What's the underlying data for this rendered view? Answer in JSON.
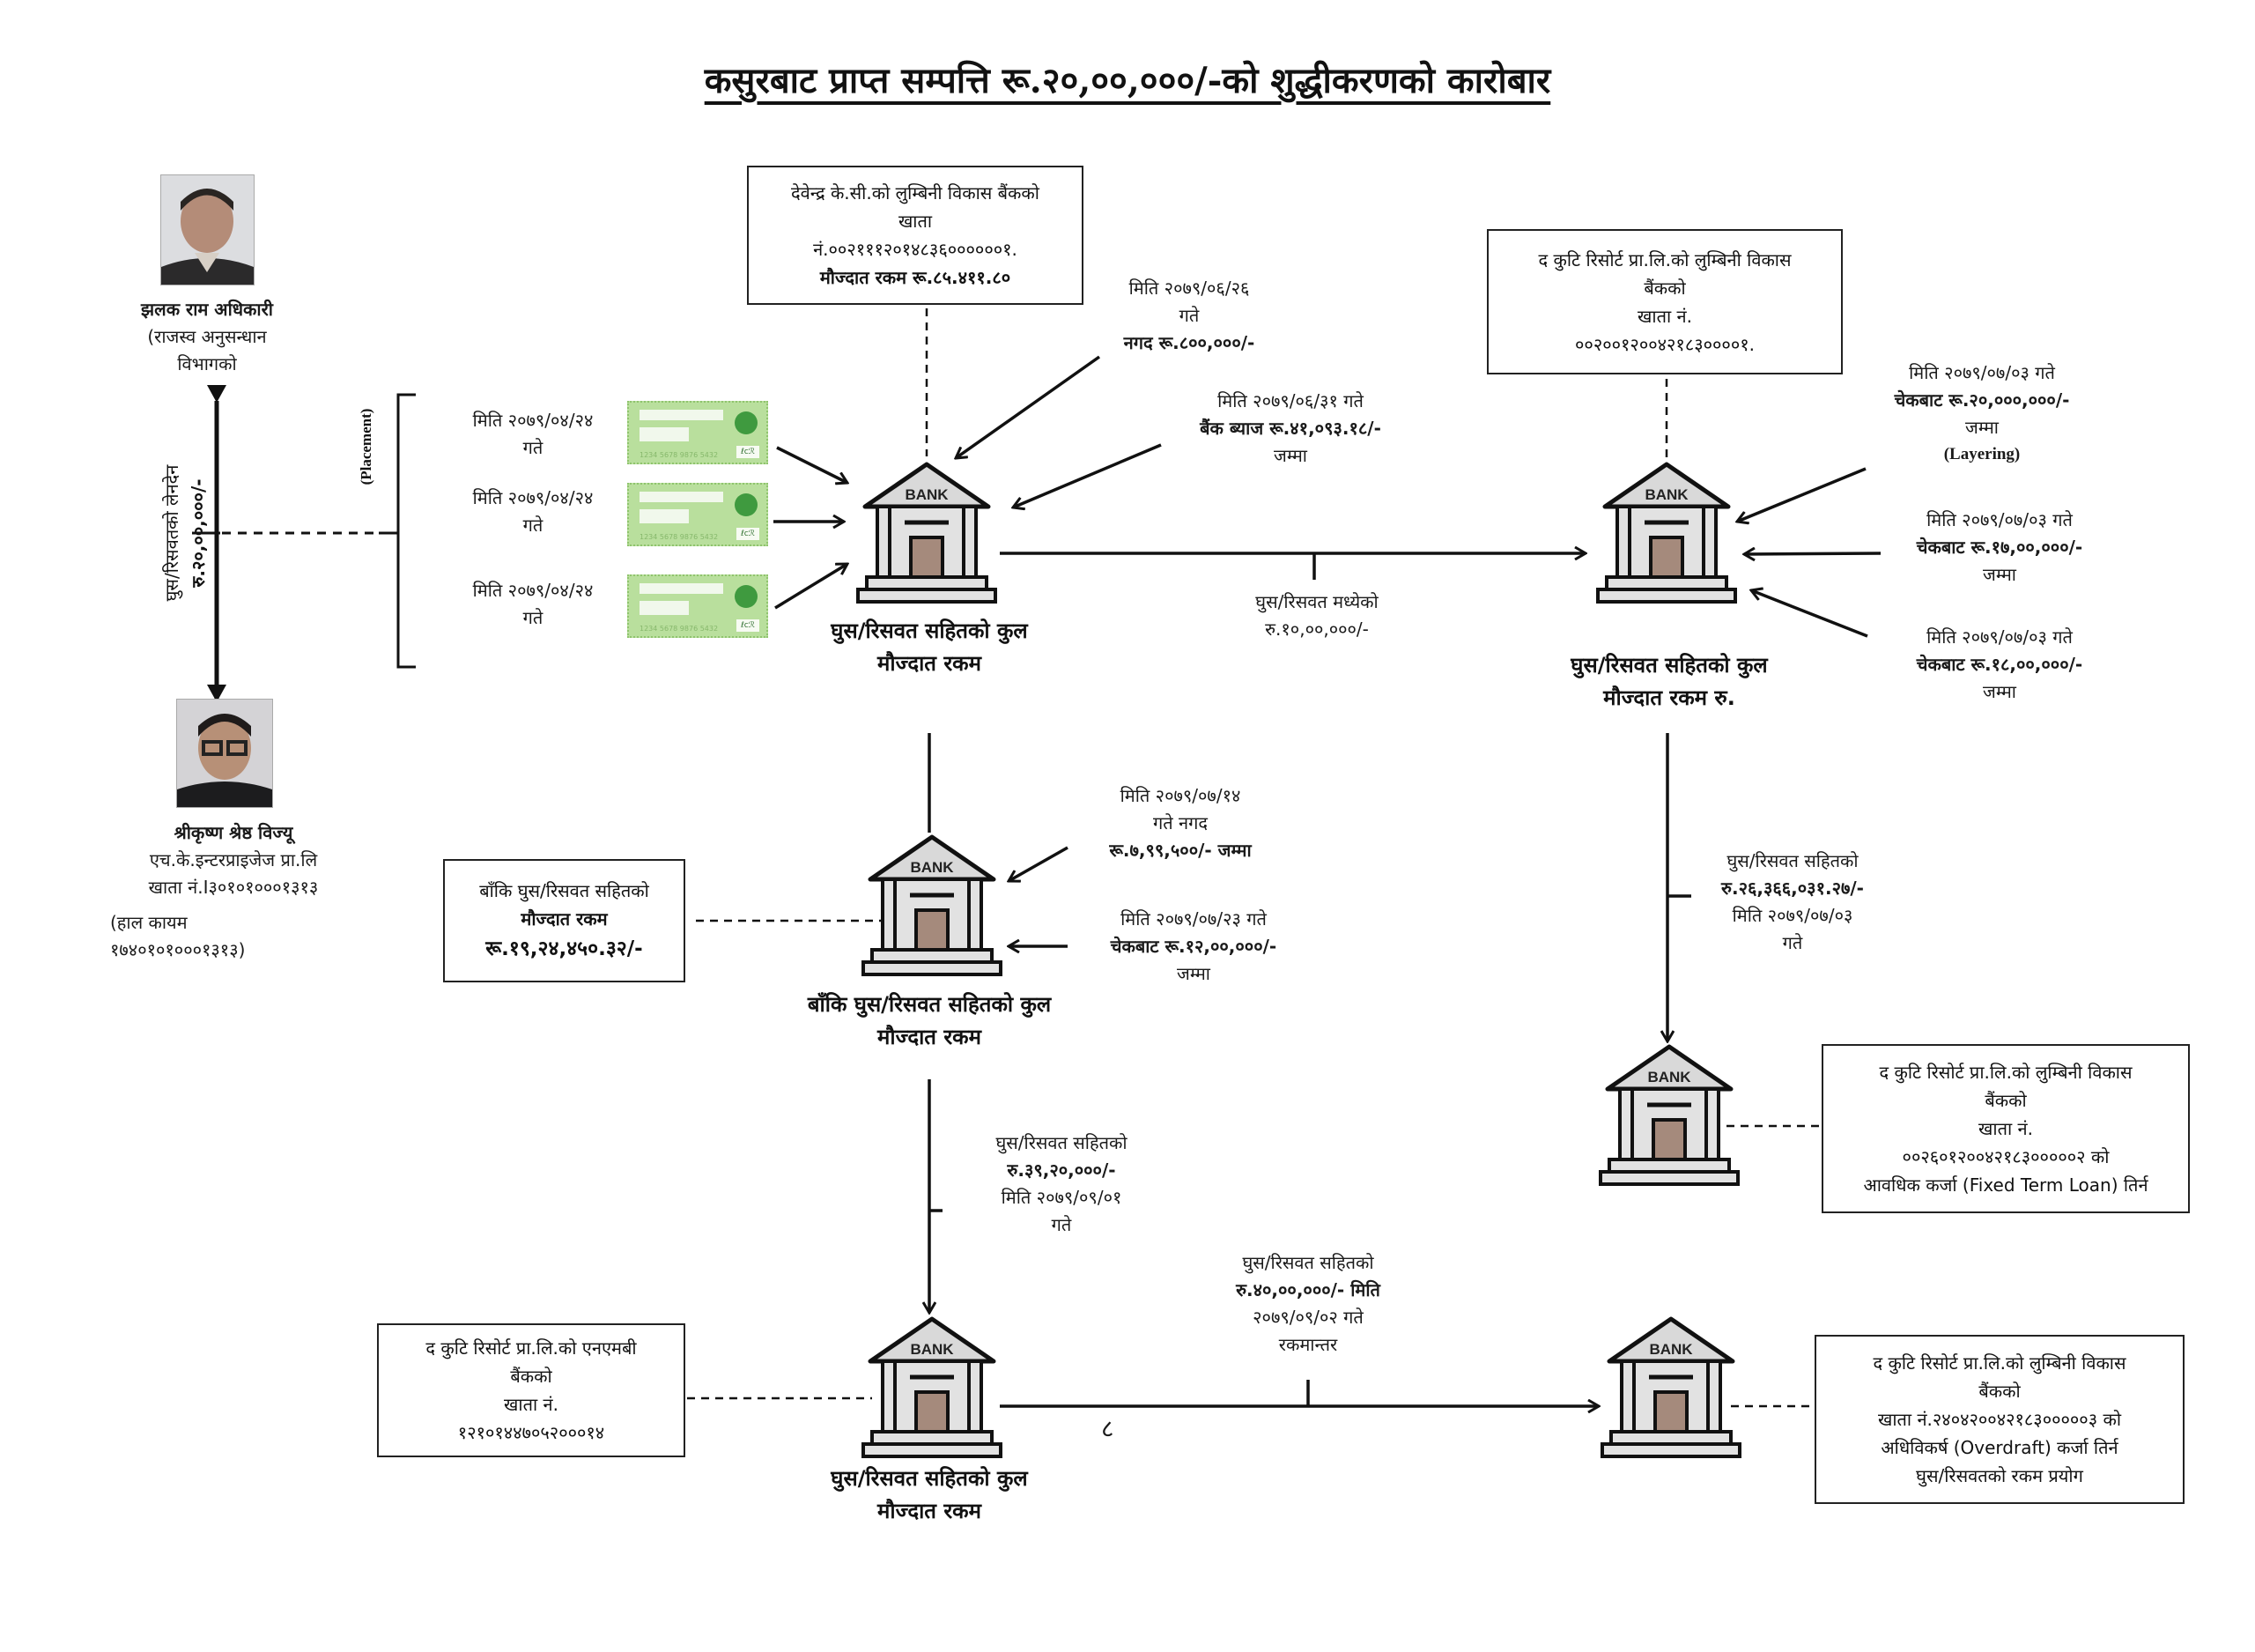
{
  "title": "कसुरबाट प्राप्त सम्पत्ति रू.२०,००,०००/-को शुद्धीकरणको कारोबार",
  "persons": [
    {
      "name": "झलक राम अधिकारी",
      "lines": [
        "(राजस्व अनुसन्धान",
        "विभागको"
      ]
    },
    {
      "name": "श्रीकृष्ण श्रेष्ठ विज्यू",
      "lines": [
        "एच.के.इन्टरप्राइजेज प्रा.लि",
        "खाता नं.I३०१०१०००१३१३",
        "(हाल कायम",
        "१७४०१०१०००१३१३)"
      ]
    }
  ],
  "bribe_transfer": {
    "line1": "घुस/रिसवतको लेनदेन",
    "line2": "रु.२०,००,०००/-"
  },
  "placement_label": "(Placement)",
  "cheques": [
    {
      "date": "मिति २०७९/०४/२४",
      "suffix": "गते",
      "number": "1234 5678 9876 5432",
      "signature": "ℓcℛ"
    },
    {
      "date": "मिति २०७९/०४/२४",
      "suffix": "गते",
      "number": "1234 5678 9876 5432",
      "signature": "ℓcℛ"
    },
    {
      "date": "मिति २०७९/०४/२४",
      "suffix": "गते",
      "number": "1234 5678 9876 5432",
      "signature": "ℓcℛ"
    }
  ],
  "bank_icon_label": "BANK",
  "banks": [
    {
      "caption": [
        "घुस/रिसवत सहितको कुल",
        "मौज्दात रकम"
      ]
    },
    {
      "caption": [
        "घुस/रिसवत सहितको कुल",
        "मौज्दात रकम रु."
      ]
    },
    {
      "caption": [
        "बाँकि घुस/रिसवत सहितको कुल",
        "मौज्दात रकम"
      ]
    },
    {
      "caption": []
    },
    {
      "caption": [
        "घुस/रिसवत सहितको कुल",
        "मौज्दात रकम"
      ]
    },
    {
      "caption": []
    }
  ],
  "boxes": {
    "devendra": {
      "lines": [
        "देवेन्द्र के.सी.को लुम्बिनी विकास बैंकको",
        "खाता",
        "नं.००२१११२०१४८३६००००००१."
      ],
      "bold": "मौज्दात रकम रू.८५.४११.८०"
    },
    "kuti_main": {
      "lines": [
        "द कुटि रिसोर्ट प्रा.लि.को लुम्बिनी विकास",
        "बैंकको",
        "खाता नं.",
        "००२००१२००४२१८३००००१."
      ]
    },
    "remaining": {
      "line1": "बाँकि घुस/रिसवत सहितको",
      "bold": "मौज्दात रकम",
      "amount": "रू.१९,२४,४५०.३२/-"
    },
    "fixed_loan": {
      "lines": [
        "द कुटि रिसोर्ट प्रा.लि.को लुम्बिनी विकास",
        "बैंकको",
        "खाता नं.",
        "००२६०१२००४२१८३०००००२ को",
        "आवधिक कर्जा (Fixed Term Loan) तिर्न"
      ]
    },
    "nmb": {
      "lines": [
        "द कुटि रिसोर्ट प्रा.लि.को एनएमबी",
        "बैंकको",
        "खाता नं.",
        "१२१०१४४७०५२०००१४"
      ]
    },
    "overdraft": {
      "lines": [
        "द कुटि रिसोर्ट प्रा.लि.को लुम्बिनी विकास",
        "बैंकको",
        "खाता नं.२४०४२००४२१८३०००००३ को",
        "अधिविकर्ष (Overdraft) कर्जा तिर्न",
        "घुस/रिसवतको रकम प्रयोग"
      ]
    }
  },
  "annotations": {
    "cash_0626": [
      "मिति २०७९/०६/२६",
      "गते",
      "नगद रू.८००,०००/-"
    ],
    "interest_0631": [
      "मिति २०७९/०६/३१ गते",
      "बैंक ब्याज रू.४१,०९३.१८/-",
      "जम्मा"
    ],
    "transfer_10lakh": [
      "घुस/रिसवत मध्येको",
      "रु.१०,००,०००/-"
    ],
    "cheque_2crore": [
      "मिति २०७९/०७/०३ गते",
      "चेकबाट रू.२०,०००,०००/-",
      "जम्मा"
    ],
    "layering": "(Layering)",
    "cheque_17lakh": [
      "मिति २०७९/०७/०३ गते",
      "चेकबाट रू.१७,००,०००/-",
      "जम्मा"
    ],
    "cheque_18lakh": [
      "मिति २०७९/०७/०३ गते",
      "चेकबाट रू.१८,००,०००/-",
      "जम्मा"
    ],
    "loan_payment": [
      "घुस/रिसवत सहितको",
      "रु.२६,३६६,०३१.२७/-",
      "मिति २०७९/०७/०३",
      "गते"
    ],
    "cash_0714": [
      "मिति २०७९/०७/१४",
      "गते नगद",
      "रू.७,९९,५००/- जम्मा"
    ],
    "cheque_0723": [
      "मिति २०७९/०७/२३ गते",
      "चेकबाट रू.१२,००,०००/-",
      "जम्मा"
    ],
    "transfer_0901": [
      "घुस/रिसवत सहितको",
      "रु.३९,२०,०००/-",
      "मिति २०७९/०९/०१",
      "गते"
    ],
    "transfer_0902": [
      "घुस/रिसवत सहितको",
      "रु.४०,००,०००/- मिति",
      "२०७९/०९/०२ गते",
      "रकमान्तर"
    ],
    "page_number": "८"
  }
}
